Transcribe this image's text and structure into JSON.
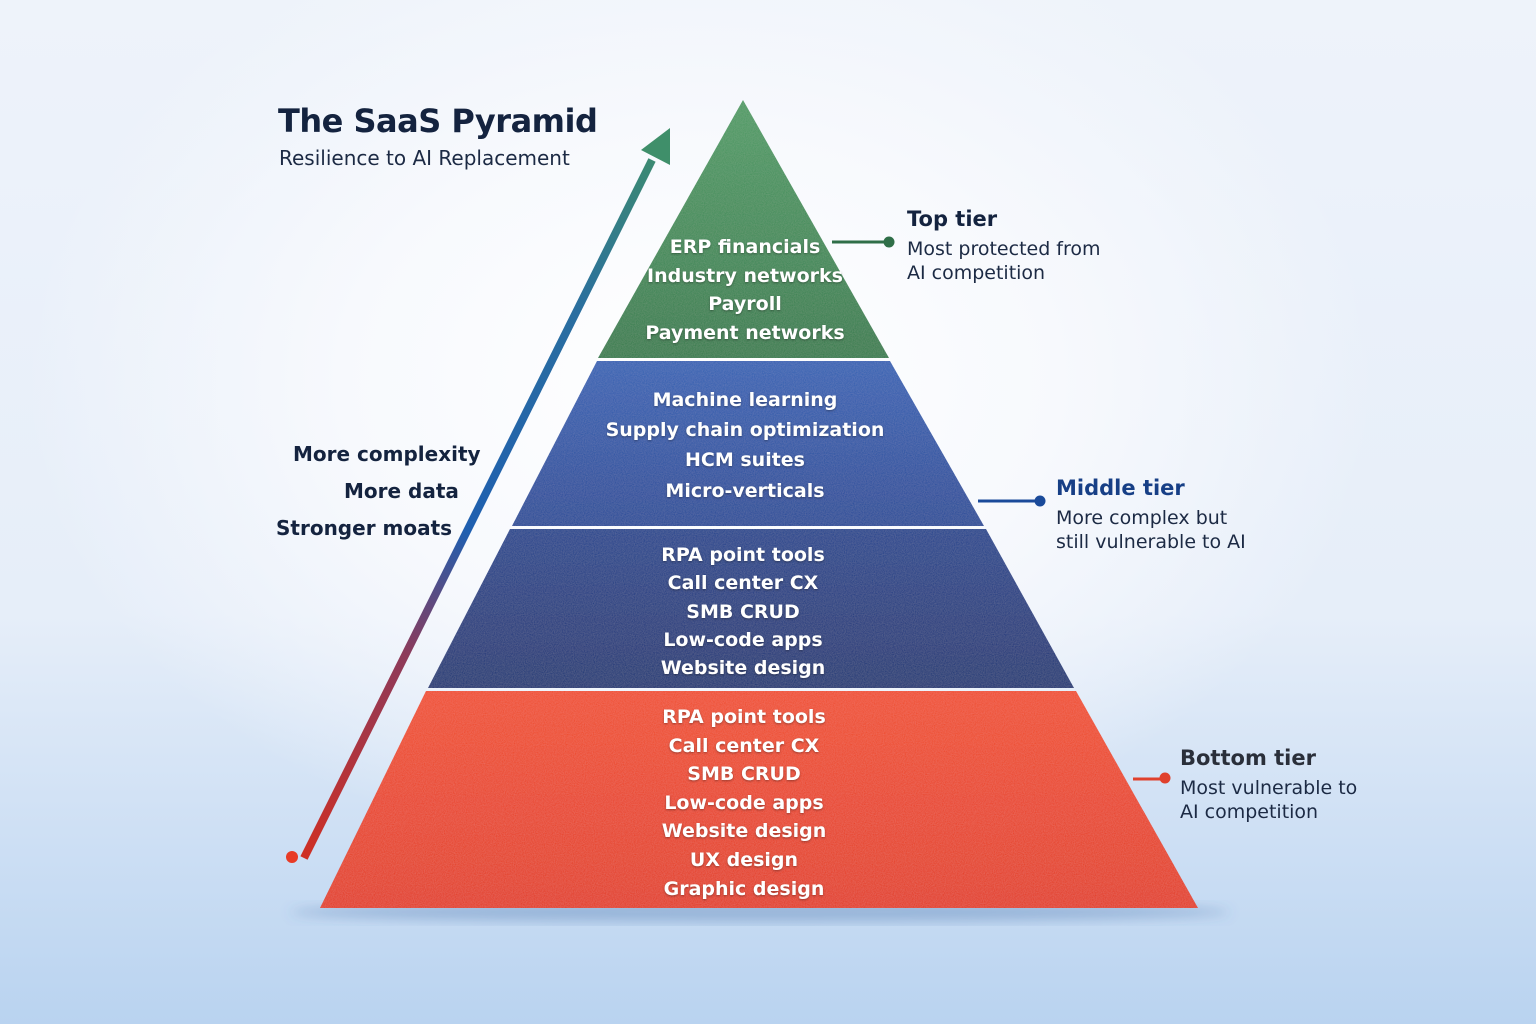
{
  "header": {
    "title": "The SaaS Pyramid",
    "subtitle": "Resilience to AI Replacement"
  },
  "arrow": {
    "labels": [
      "More complexity",
      "More data",
      "Stronger moats"
    ],
    "gradient_colors": {
      "top": "#3f8f6a",
      "middle": "#1f5fb0",
      "bottom": "#d63a2a"
    }
  },
  "pyramid": {
    "tiers": [
      {
        "id": "top",
        "color": "#3d8a55",
        "items": [
          "ERP financials",
          "Industry networks",
          "Payroll",
          "Payment networks"
        ]
      },
      {
        "id": "middle-upper",
        "color": "#2553a8",
        "items": [
          "Machine learning",
          "Supply chain optimization",
          "HCM suites",
          "Micro-verticals"
        ]
      },
      {
        "id": "middle-lower",
        "color": "#143f8c",
        "items": [
          "RPA point tools",
          "Call center CX",
          "SMB CRUD",
          "Low-code apps",
          "Website design"
        ]
      },
      {
        "id": "bottom",
        "color": "#ee4422",
        "items": [
          "RPA point tools",
          "Call center CX",
          "SMB CRUD",
          "Low-code apps",
          "Website design",
          "UX design",
          "Graphic design"
        ]
      }
    ]
  },
  "callouts": [
    {
      "title": "Top tier",
      "desc_lines": [
        "Most protected from",
        "AI competition"
      ],
      "color": "#2f6e48"
    },
    {
      "title": "Middle tier",
      "desc_lines": [
        "More complex but",
        "still vulnerable to AI"
      ],
      "color": "#1a4a9a"
    },
    {
      "title": "Bottom tier",
      "desc_lines": [
        "Most vulnerable to",
        "AI competition"
      ],
      "color": "#e0402c"
    }
  ]
}
